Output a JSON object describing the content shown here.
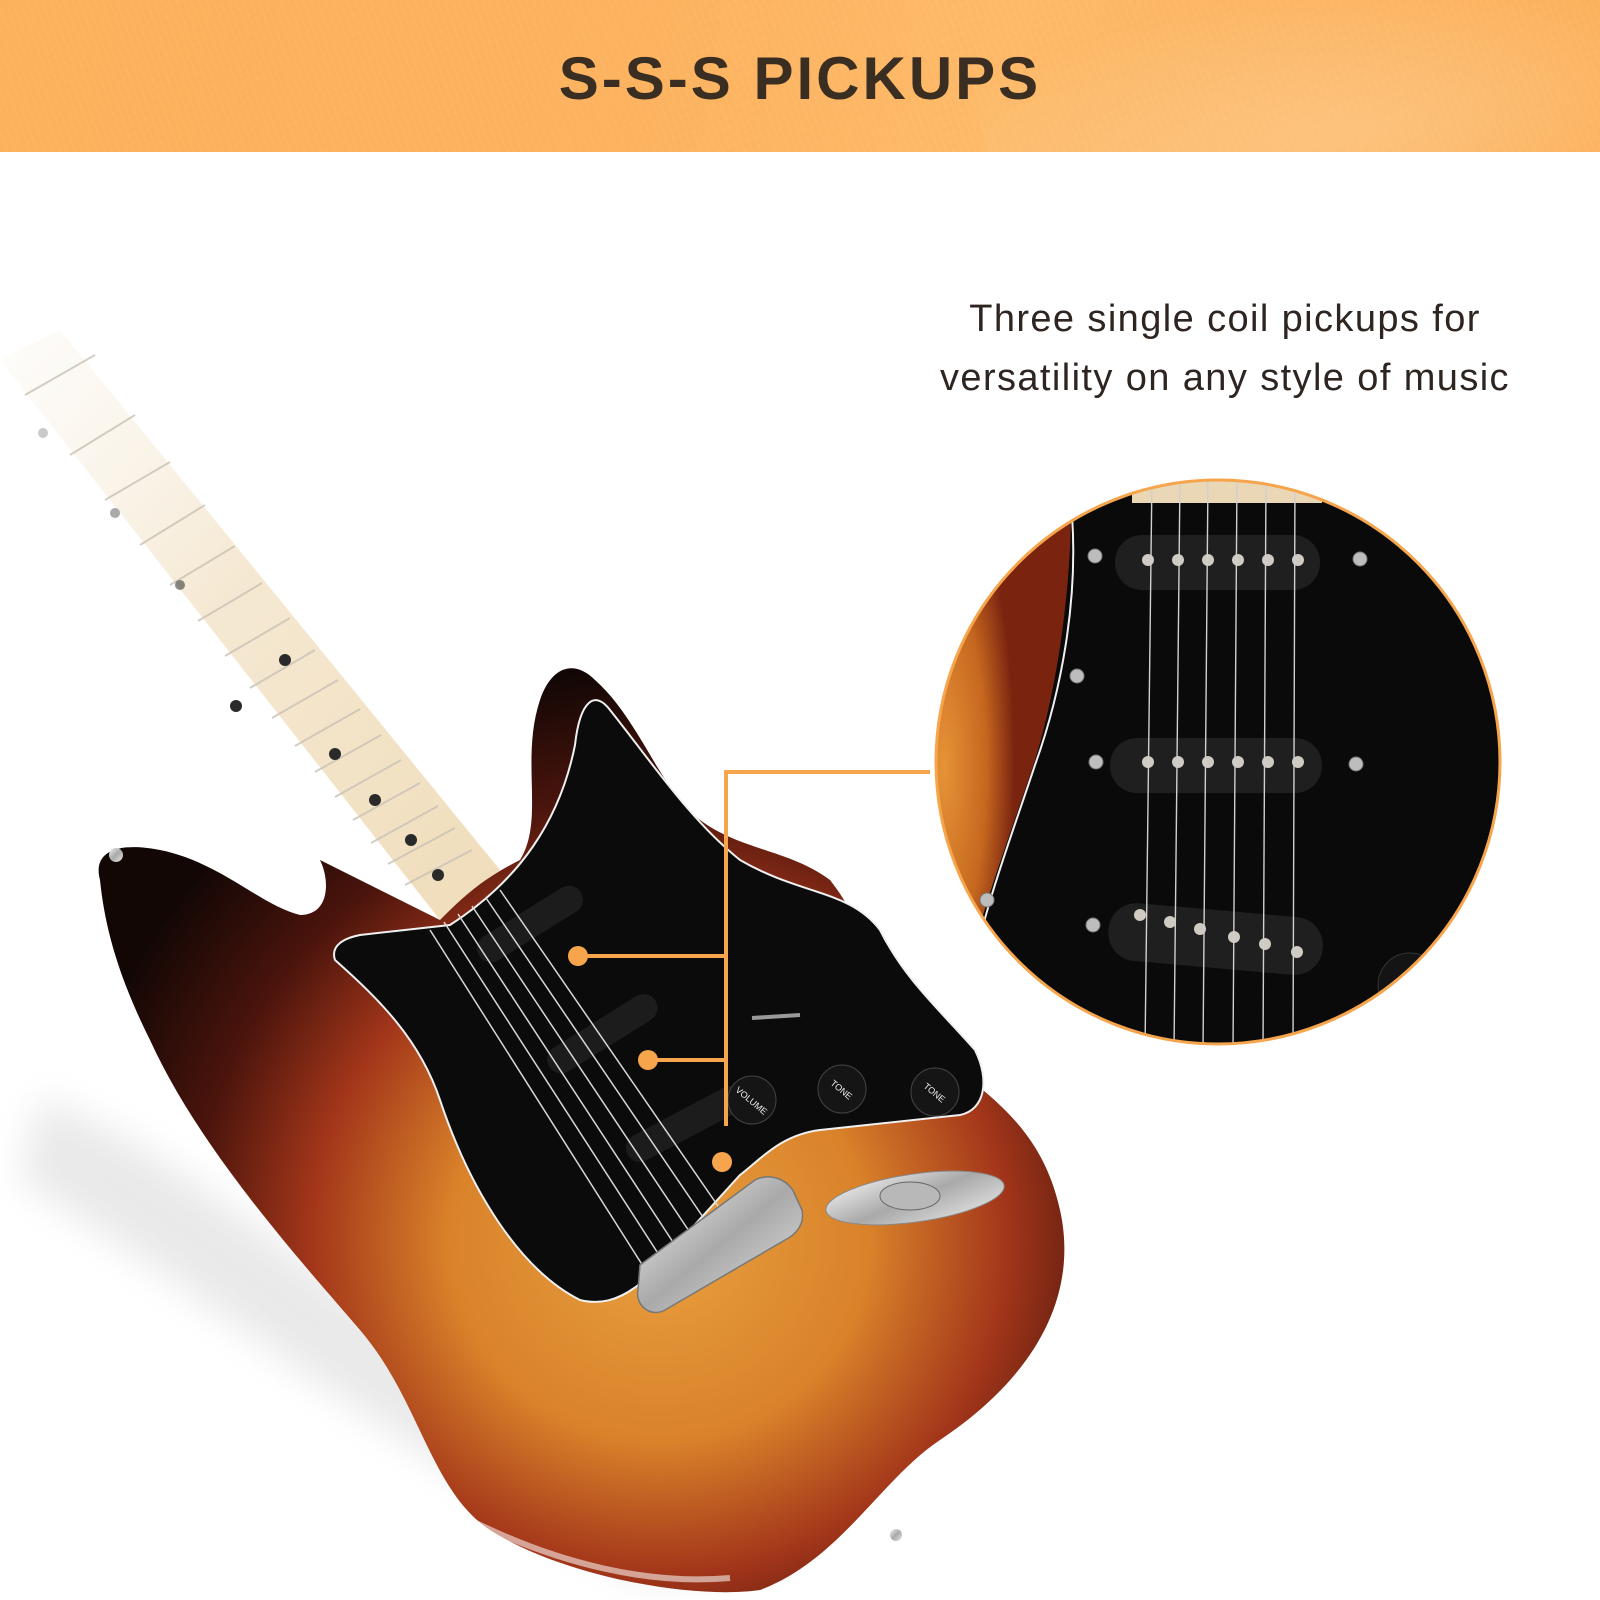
{
  "banner": {
    "title": "S-S-S PICKUPS",
    "background_color": "#fcb25e",
    "text_color": "#3a2e22"
  },
  "caption": {
    "line1": "Three single coil pickups for",
    "line2": "versatility on any style of music",
    "text_color": "#2e2520"
  },
  "guitar": {
    "finish": "3-tone sunburst",
    "pickguard_color": "#0b0b0b",
    "fretboard": "maple",
    "pickup_configuration": "S-S-S",
    "pickup_count": 3,
    "knobs": [
      {
        "label": "VOLUME"
      },
      {
        "label": "TONE"
      },
      {
        "label": "TONE"
      }
    ]
  },
  "callout": {
    "line_color": "#f6a54c",
    "markers": 3,
    "zoom_circle_border_color": "#f6a54c"
  }
}
